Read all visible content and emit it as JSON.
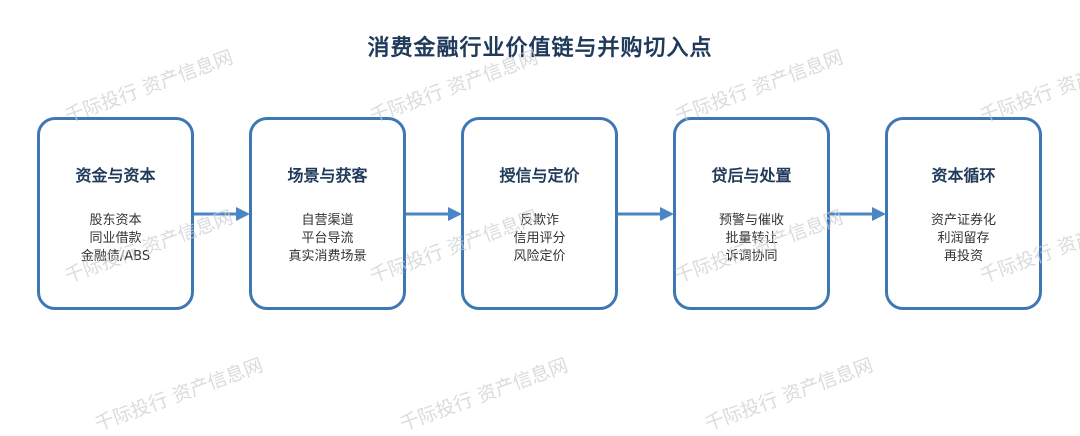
{
  "title": "消费金融行业价值链与并购切入点",
  "steps": [
    {
      "heading": "资金与资本",
      "lines": [
        "股东资本",
        "同业借款",
        "金融债/ABS"
      ]
    },
    {
      "heading": "场景与获客",
      "lines": [
        "自营渠道",
        "平台导流",
        "真实消费场景"
      ]
    },
    {
      "heading": "授信与定价",
      "lines": [
        "反欺诈",
        "信用评分",
        "风险定价"
      ]
    },
    {
      "heading": "贷后与处置",
      "lines": [
        "预警与催收",
        "批量转让",
        "诉调协同"
      ]
    },
    {
      "heading": "资本循环",
      "lines": [
        "资产证券化",
        "利润留存",
        "再投资"
      ]
    }
  ],
  "watermark": "千际投行 资产信息网",
  "colors": {
    "box_border": "#3d78b5",
    "arrow": "#4a86c6",
    "title": "#1f3a5a"
  }
}
